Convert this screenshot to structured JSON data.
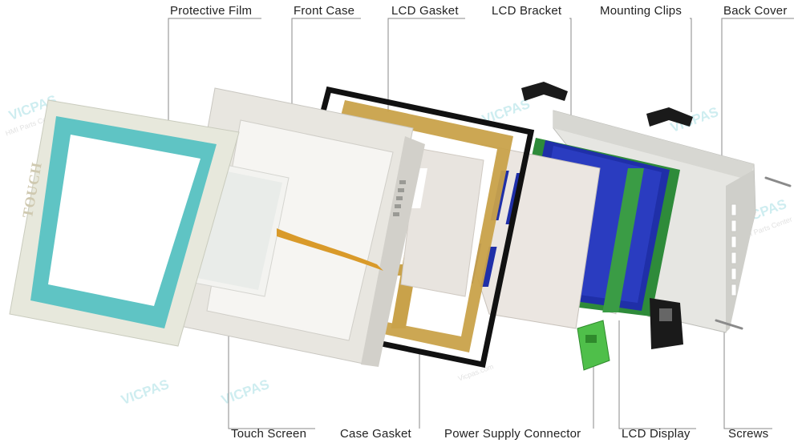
{
  "labels": {
    "protective_film": "Protective Film",
    "front_case": "Front Case",
    "lcd_gasket": "LCD Gasket",
    "lcd_bracket": "LCD Bracket",
    "mounting_clips": "Mounting Clips",
    "back_cover": "Back Cover",
    "touch_screen": "Touch Screen",
    "case_gasket": "Case Gasket",
    "power_supply_connector": "Power Supply Connector",
    "lcd_display": "LCD Display",
    "screws": "Screws"
  },
  "film_text": "TOUCH",
  "watermark": {
    "brand": "VICPAS",
    "tagline": "HMI Parts Center",
    "site": "Vicpas.com"
  },
  "colors": {
    "film_frame": "#5fc4c4",
    "lcd_blue": "#1f2fa8",
    "gasket_gold": "#c9a24a",
    "connector_green": "#4fbf4a"
  }
}
